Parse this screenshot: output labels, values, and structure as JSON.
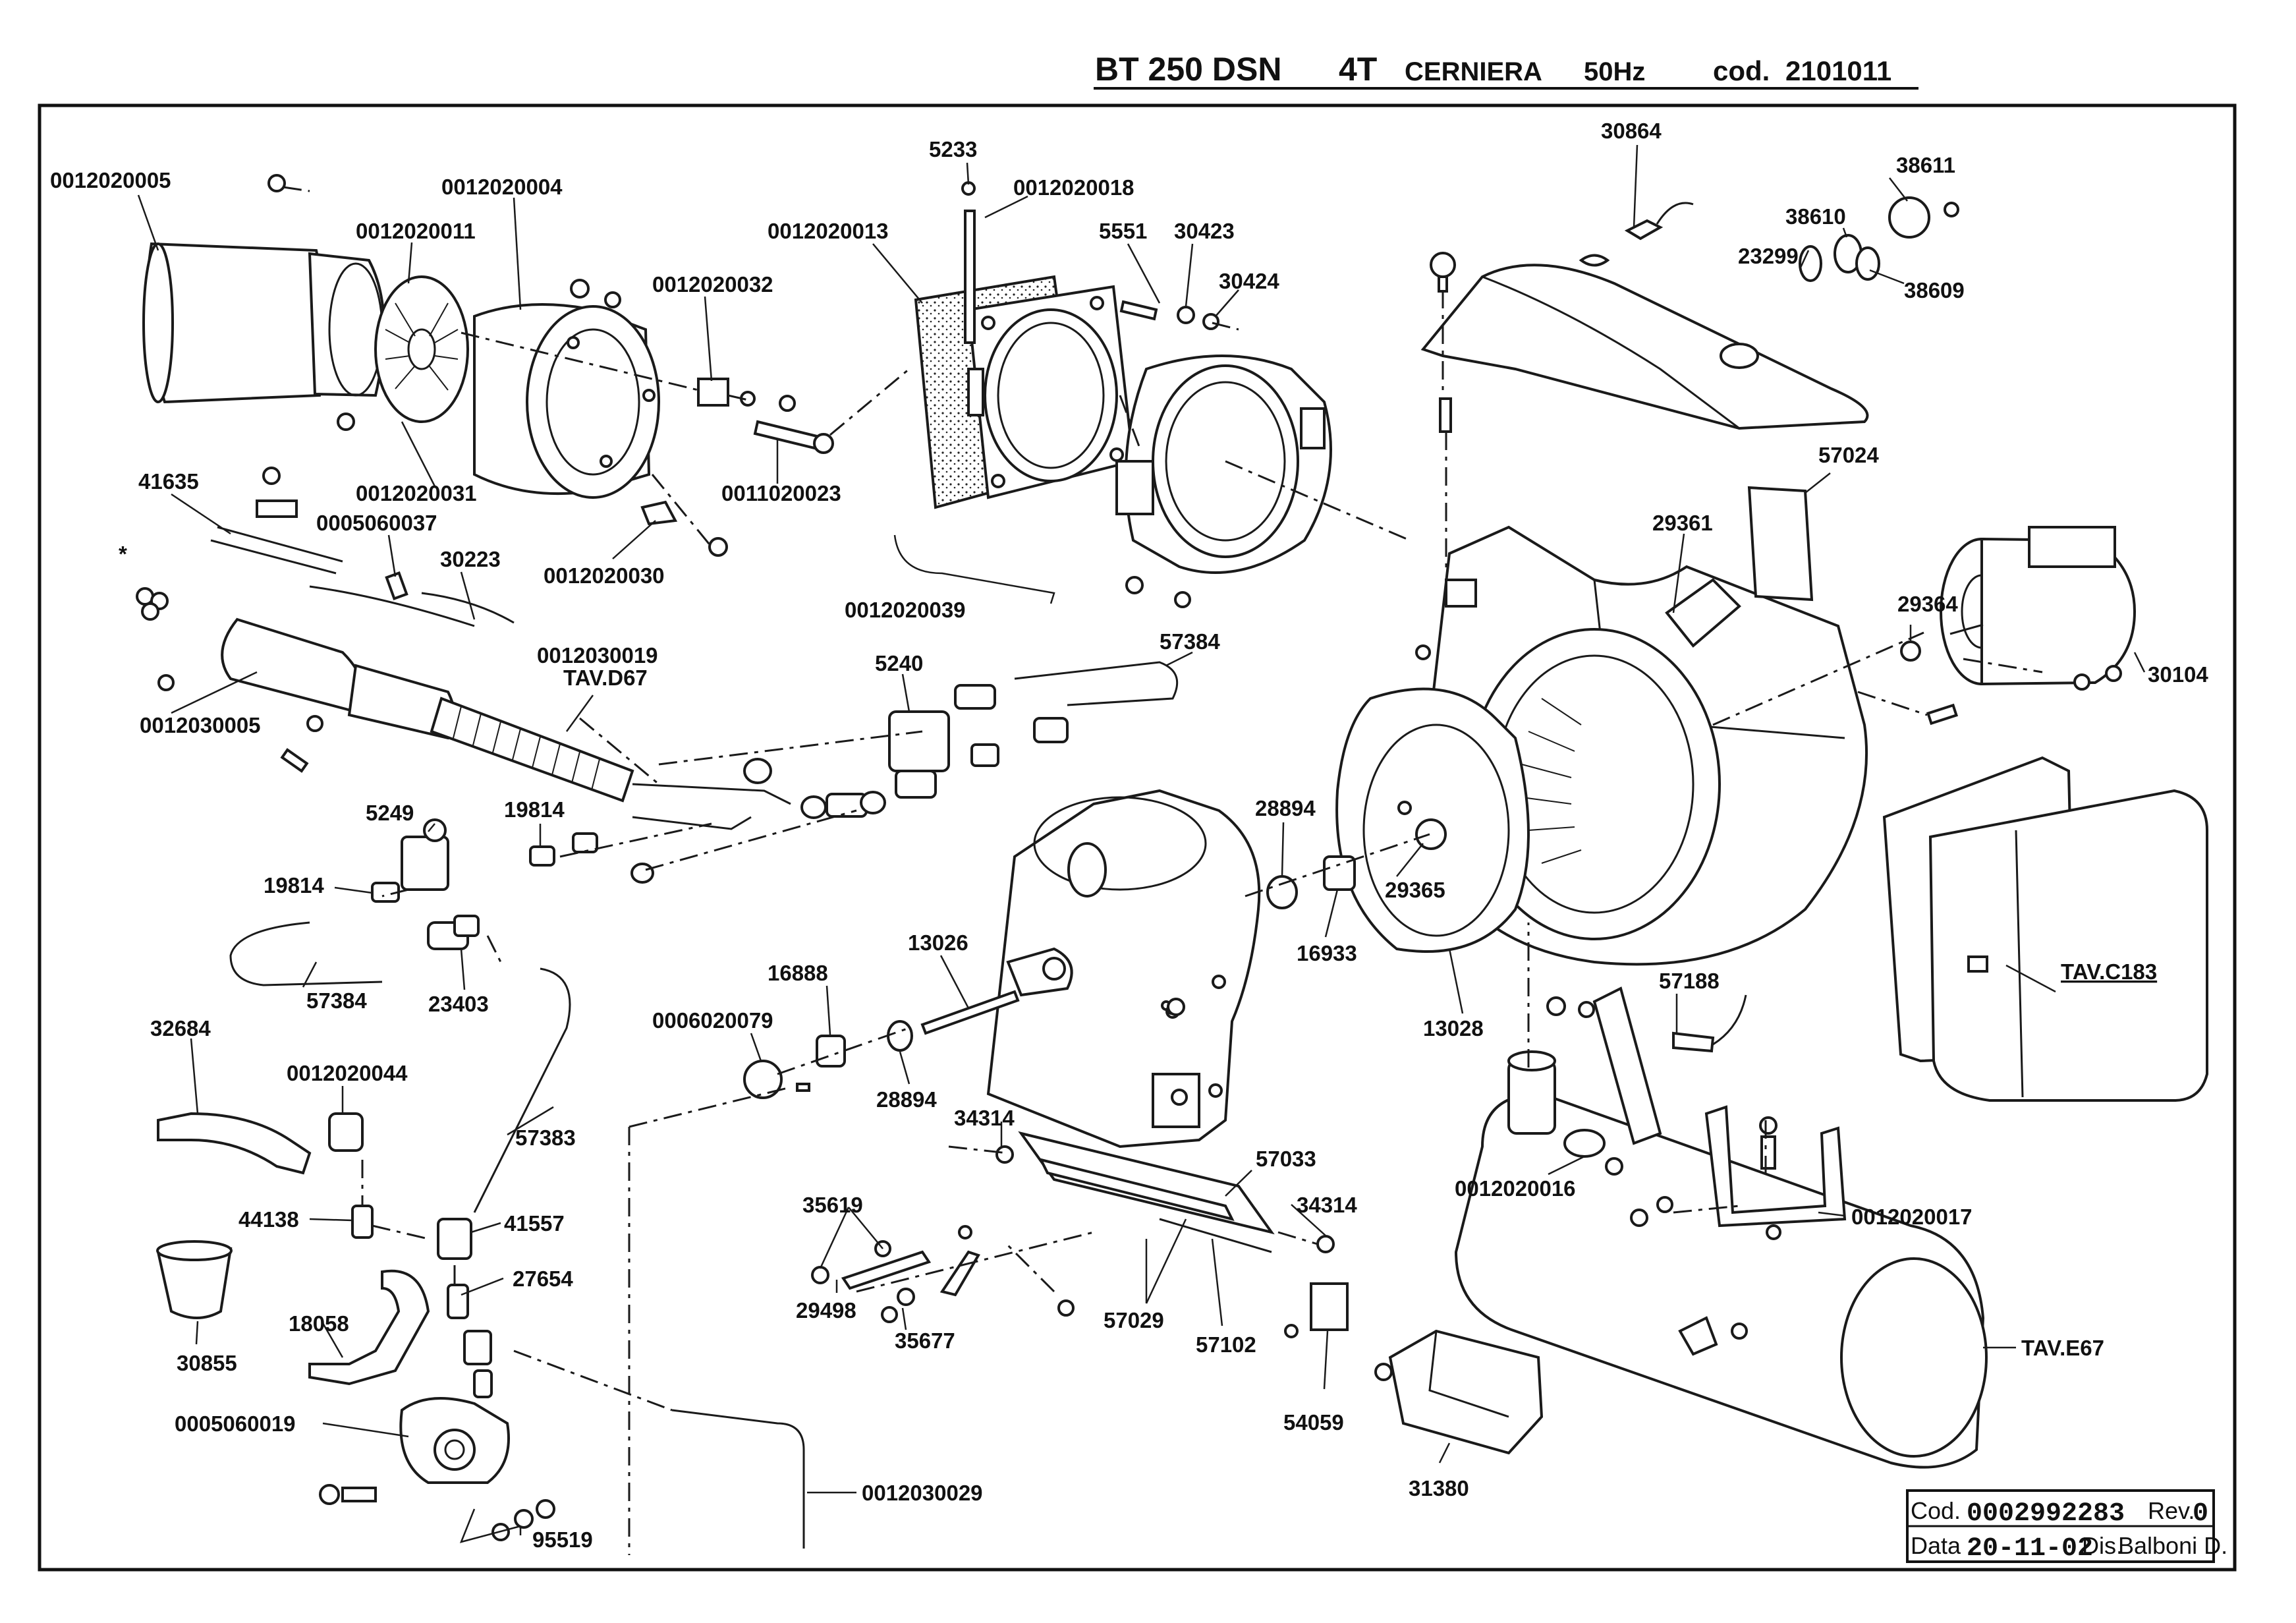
{
  "header": {
    "model": "BT 250 DSN",
    "stage": "4T",
    "variant": "CERNIERA",
    "frequency": "50Hz",
    "code_label": "cod.",
    "code": "2101011"
  },
  "parts": {
    "p0012020005": "0012020005",
    "p0012020011": "0012020011",
    "p0012020004": "0012020004",
    "p0012020032": "0012020032",
    "p0011020023": "0011020023",
    "p0012020031": "0012020031",
    "p0012020030": "0012020030",
    "p41635": "41635",
    "p0005060037": "0005060037",
    "p30223": "30223",
    "p_star": "*",
    "p0012030005": "0012030005",
    "p0012030019": "0012030019",
    "pTAVD67": "TAV.D67",
    "p5233": "5233",
    "p0012020018": "0012020018",
    "p0012020013": "0012020013",
    "p5551": "5551",
    "p30423": "30423",
    "p30424": "30424",
    "p0012020039": "0012020039",
    "p30864": "30864",
    "p38611": "38611",
    "p38610": "38610",
    "p23299": "23299",
    "p38609": "38609",
    "p57024": "57024",
    "p29361": "29361",
    "p29364": "29364",
    "p30104": "30104",
    "p5240": "5240",
    "p57384a": "57384",
    "p5249": "5249",
    "p19814a": "19814",
    "p19814b": "19814",
    "p57384b": "57384",
    "p23403": "23403",
    "p28894a": "28894",
    "p16933": "16933",
    "p29365": "29365",
    "p13028": "13028",
    "pTAVC183": "TAV.C183",
    "p13026": "13026",
    "p16888": "16888",
    "p0006020079": "0006020079",
    "p28894b": "28894",
    "p57188": "57188",
    "p32684": "32684",
    "p0012020044": "0012020044",
    "p57383": "57383",
    "p34314a": "34314",
    "p57033": "57033",
    "p34314b": "34314",
    "p0012020016": "0012020016",
    "p0012020017": "0012020017",
    "p44138": "44138",
    "p41557": "41557",
    "p27654": "27654",
    "p35619": "35619",
    "p30855": "30855",
    "p18058": "18058",
    "p29498": "29498",
    "p35677": "35677",
    "p57029": "57029",
    "p57102": "57102",
    "pTAVE67": "TAV.E67",
    "p54059": "54059",
    "p0005060019": "0005060019",
    "p31380": "31380",
    "p0012030029": "0012030029",
    "p95519": "95519"
  },
  "title_block": {
    "code_label": "Cod.",
    "code": "0002992283",
    "rev_label": "Rev.",
    "rev": "0",
    "date_label": "Data",
    "date": "20-11-02",
    "drawn_label": "Dis.",
    "drawn_by": "Balboni D."
  }
}
